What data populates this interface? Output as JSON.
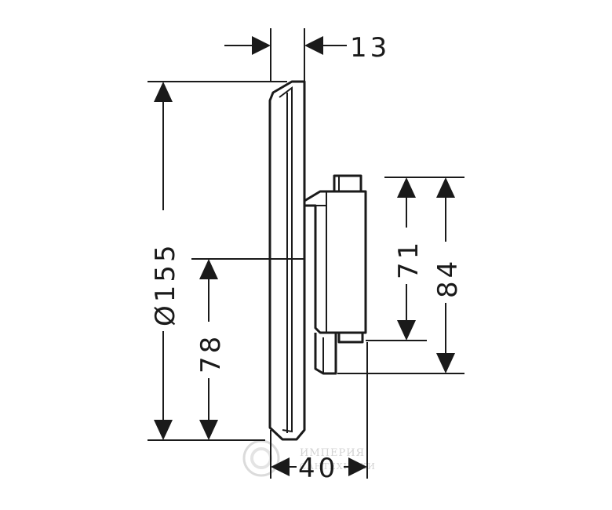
{
  "dimensions": {
    "top_gap": "13",
    "diameter": "Ø155",
    "lower_height": "78",
    "upper_module": "71",
    "module_total": "84",
    "depth": "40"
  },
  "watermark": {
    "line1": "ИМПЕРИЯ",
    "line2": "САНТЕХНИКИ"
  },
  "colors": {
    "line": "#1a1a1a",
    "watermark": "#cfcfcf"
  }
}
